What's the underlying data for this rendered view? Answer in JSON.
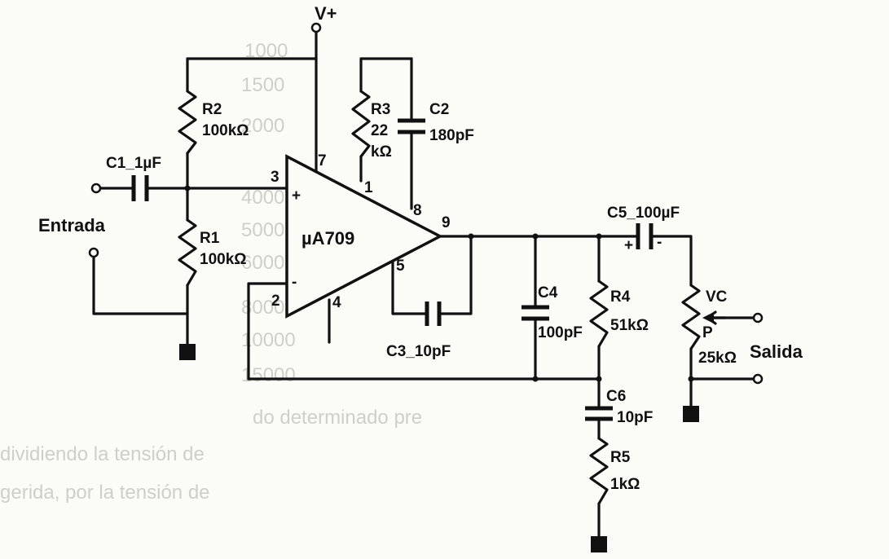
{
  "circuit": {
    "supply_label": "V+",
    "opamp": {
      "name": "µA709",
      "pins": [
        "1",
        "2",
        "3",
        "4",
        "5",
        "7",
        "8",
        "9"
      ],
      "plus_sign": "+",
      "minus_sign": "-"
    },
    "components": {
      "c1": "C1_1µF",
      "r1": {
        "ref": "R1",
        "value": "100kΩ"
      },
      "r2": {
        "ref": "R2",
        "value": "100kΩ"
      },
      "r3": {
        "ref": "R3",
        "value": "22",
        "value2": "kΩ"
      },
      "c2": {
        "ref": "C2",
        "value": "180pF"
      },
      "c3": "C3_10pF",
      "c4": {
        "ref": "C4",
        "value": "100pF"
      },
      "r4": {
        "ref": "R4",
        "value": "51kΩ"
      },
      "c5": "C5_100µF",
      "c6": {
        "ref": "C6",
        "value": "10pF"
      },
      "r5": {
        "ref": "R5",
        "value": "1kΩ"
      },
      "pot": {
        "vc": "VC",
        "ref": "P",
        "value": "25kΩ"
      }
    },
    "input_label": "Entrada",
    "output_label": "Salida",
    "polarity": {
      "plus": "+",
      "minus": "-"
    }
  },
  "background": {
    "ghost_numbers": [
      "1000",
      "1500",
      "2000",
      "4000",
      "5000",
      "6000",
      "8000",
      "10000",
      "15000"
    ],
    "ghost_text": [
      "do determinado pre",
      "dividiendo la tensión de",
      "gerida, por la tensión de"
    ]
  }
}
